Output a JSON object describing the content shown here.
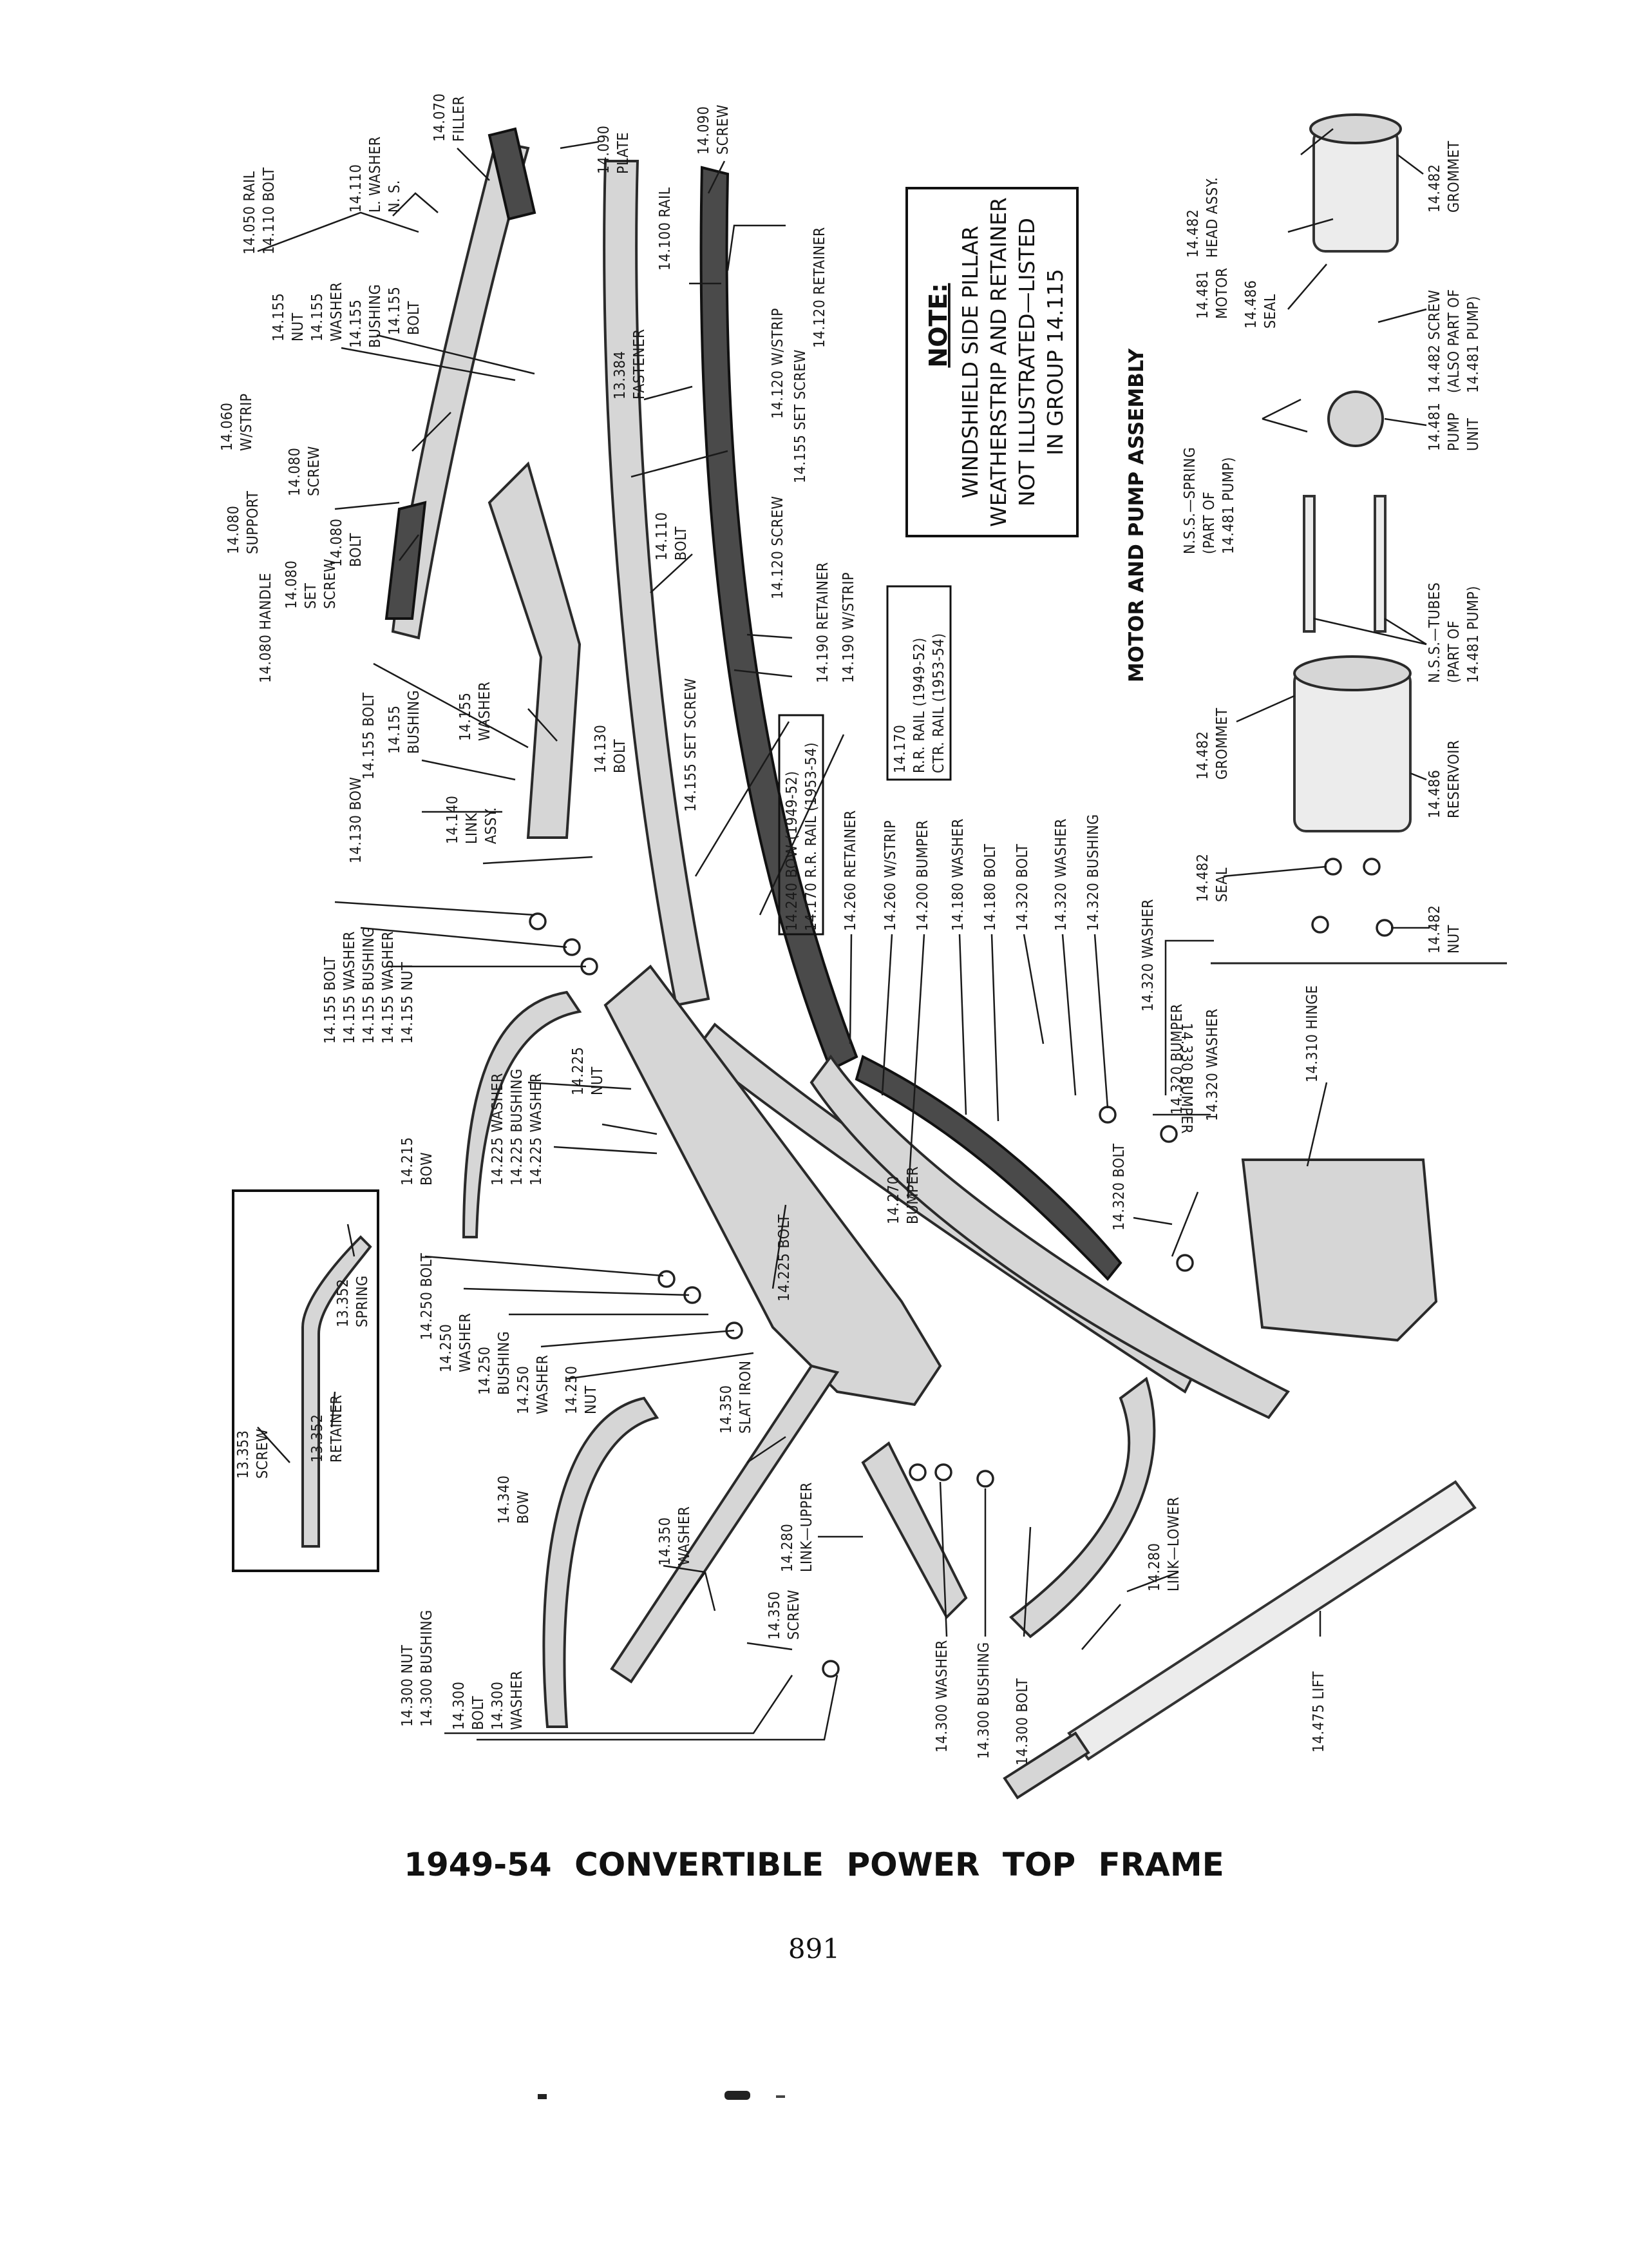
{
  "caption": "1949-54 CONVERTIBLE POWER TOP FRAME",
  "page_number": "891",
  "note": {
    "title": "NOTE:",
    "lines": [
      "WINDSHIELD SIDE PILLAR",
      "WEATHERSTRIP AND RETAINER",
      "NOT ILLUSTRATED—LISTED",
      "IN GROUP 14.115"
    ]
  },
  "motor_section_title": "MOTOR AND PUMP ASSEMBLY",
  "labels": {
    "l01": [
      "14.050 RAIL",
      "14.110 BOLT"
    ],
    "l02": [
      "14.110",
      "L. WASHER",
      "N. S."
    ],
    "l03": [
      "14.070",
      "FILLER"
    ],
    "l04": [
      "14.090",
      "PLATE"
    ],
    "l05": [
      "14.090",
      "SCREW"
    ],
    "l06": [
      "14.155",
      "NUT"
    ],
    "l07": [
      "14.155",
      "WASHER"
    ],
    "l08": [
      "14.155",
      "BUSHING"
    ],
    "l09": [
      "14.155",
      "BOLT"
    ],
    "l10": [
      "14.100 RAIL"
    ],
    "l11": [
      "14.120 RETAINER"
    ],
    "l12": [
      "13.384",
      "FASTENER"
    ],
    "l13": [
      "14.120 W/STRIP"
    ],
    "l14": [
      "14.155 SET SCREW"
    ],
    "l15": [
      "14.060",
      "W/STRIP"
    ],
    "l16": [
      "14.080",
      "SCREW"
    ],
    "l17": [
      "14.080",
      "SUPPORT"
    ],
    "l18": [
      "14.080",
      "BOLT"
    ],
    "l19": [
      "14.080 HANDLE"
    ],
    "l20": [
      "14.080",
      "SET",
      "SCREW"
    ],
    "l21": [
      "14.110",
      "BOLT"
    ],
    "l22": [
      "14.120 SCREW"
    ],
    "l23": [
      "14.190 RETAINER"
    ],
    "l24": [
      "14.190 W/STRIP"
    ],
    "l25": [
      "14.155 SET SCREW"
    ],
    "l26": [
      "14.155 BOLT"
    ],
    "l27": [
      "14.155",
      "BUSHING"
    ],
    "l28": [
      "14.155",
      "WASHER"
    ],
    "l29": [
      "14.130",
      "BOLT"
    ],
    "l30": [
      "14.130 BOW"
    ],
    "l31": [
      "14.140",
      "LINK",
      "ASSY."
    ],
    "l32": [
      "14.170",
      "R.R. RAIL (1949-52)",
      "CTR. RAIL (1953-54)"
    ],
    "l33": [
      "14.240 BOW (1949-52)",
      "14.170 R.R. RAIL (1953-54)"
    ],
    "l34": [
      "14.260 RETAINER"
    ],
    "l35": [
      "14.260 W/STRIP"
    ],
    "l36": [
      "14.200 BUMPER"
    ],
    "l37": [
      "14.180 WASHER"
    ],
    "l38": [
      "14.180 BOLT"
    ],
    "l39": [
      "14.320 BOLT"
    ],
    "l40": [
      "14.320 WASHER"
    ],
    "l41": [
      "14.320 BUSHING"
    ],
    "l42": [
      "14.155 BOLT",
      "14.155 WASHER",
      "14.155 BUSHING",
      "14.155 WASHER",
      "14.155 NUT"
    ],
    "l43": [
      "14.215",
      "BOW"
    ],
    "l44": [
      "14.225 WASHER",
      "14.225 BUSHING",
      "14.225 WASHER"
    ],
    "l45": [
      "14.225",
      "NUT"
    ],
    "l46": [
      "14.270",
      "BUMPER"
    ],
    "l47": [
      "14.320 WASHER"
    ],
    "l48": [
      "14.320 BUMPER"
    ],
    "l49": [
      "14.330 BUMPER"
    ],
    "l50": [
      "14.320 WASHER"
    ],
    "l51": [
      "14.310 HINGE"
    ],
    "l52": [
      "14.320 BOLT"
    ],
    "l53": [
      "14.225 BOLT"
    ],
    "l54": [
      "14.250 BOLT"
    ],
    "l55": [
      "14.250",
      "WASHER"
    ],
    "l56": [
      "14.250",
      "BUSHING"
    ],
    "l57": [
      "14.250",
      "WASHER"
    ],
    "l58": [
      "14.250",
      "NUT"
    ],
    "l59": [
      "13.353",
      "SCREW"
    ],
    "l60": [
      "13.352",
      "RETAINER"
    ],
    "l61": [
      "13.352",
      "SPRING"
    ],
    "l62": [
      "14.340",
      "BOW"
    ],
    "l63": [
      "14.350",
      "SLAT IRON"
    ],
    "l64": [
      "14.350",
      "WASHER"
    ],
    "l65": [
      "14.350",
      "SCREW"
    ],
    "l66": [
      "14.280",
      "LINK—UPPER"
    ],
    "l67": [
      "14.280",
      "LINK—LOWER"
    ],
    "l68": [
      "14.300 NUT",
      "14.300 BUSHING"
    ],
    "l69": [
      "14.300",
      "BOLT"
    ],
    "l70": [
      "14.300",
      "WASHER"
    ],
    "l71": [
      "14.300 WASHER"
    ],
    "l72": [
      "14.300 BUSHING"
    ],
    "l73": [
      "14.300 BOLT"
    ],
    "l74": [
      "14.475 LIFT"
    ],
    "l75": [
      "14.482",
      "HEAD ASSY."
    ],
    "l76": [
      "14.482",
      "GROMMET"
    ],
    "l77": [
      "14.481",
      "MOTOR"
    ],
    "l78": [
      "14.486",
      "SEAL"
    ],
    "l79": [
      "14.482 SCREW",
      "(ALSO PART OF",
      "14.481 PUMP)"
    ],
    "l80": [
      "N.S.S.—SPRING",
      "(PART OF",
      "14.481 PUMP)"
    ],
    "l81": [
      "14.481",
      "PUMP",
      "UNIT"
    ],
    "l82": [
      "N.S.S.—TUBES",
      "(PART OF",
      "14.481 PUMP)"
    ],
    "l83": [
      "14.482",
      "GROMMET"
    ],
    "l84": [
      "14.486",
      "RESERVOIR"
    ],
    "l85": [
      "14.482",
      "SEAL"
    ],
    "l86": [
      "14.482",
      "NUT"
    ]
  }
}
